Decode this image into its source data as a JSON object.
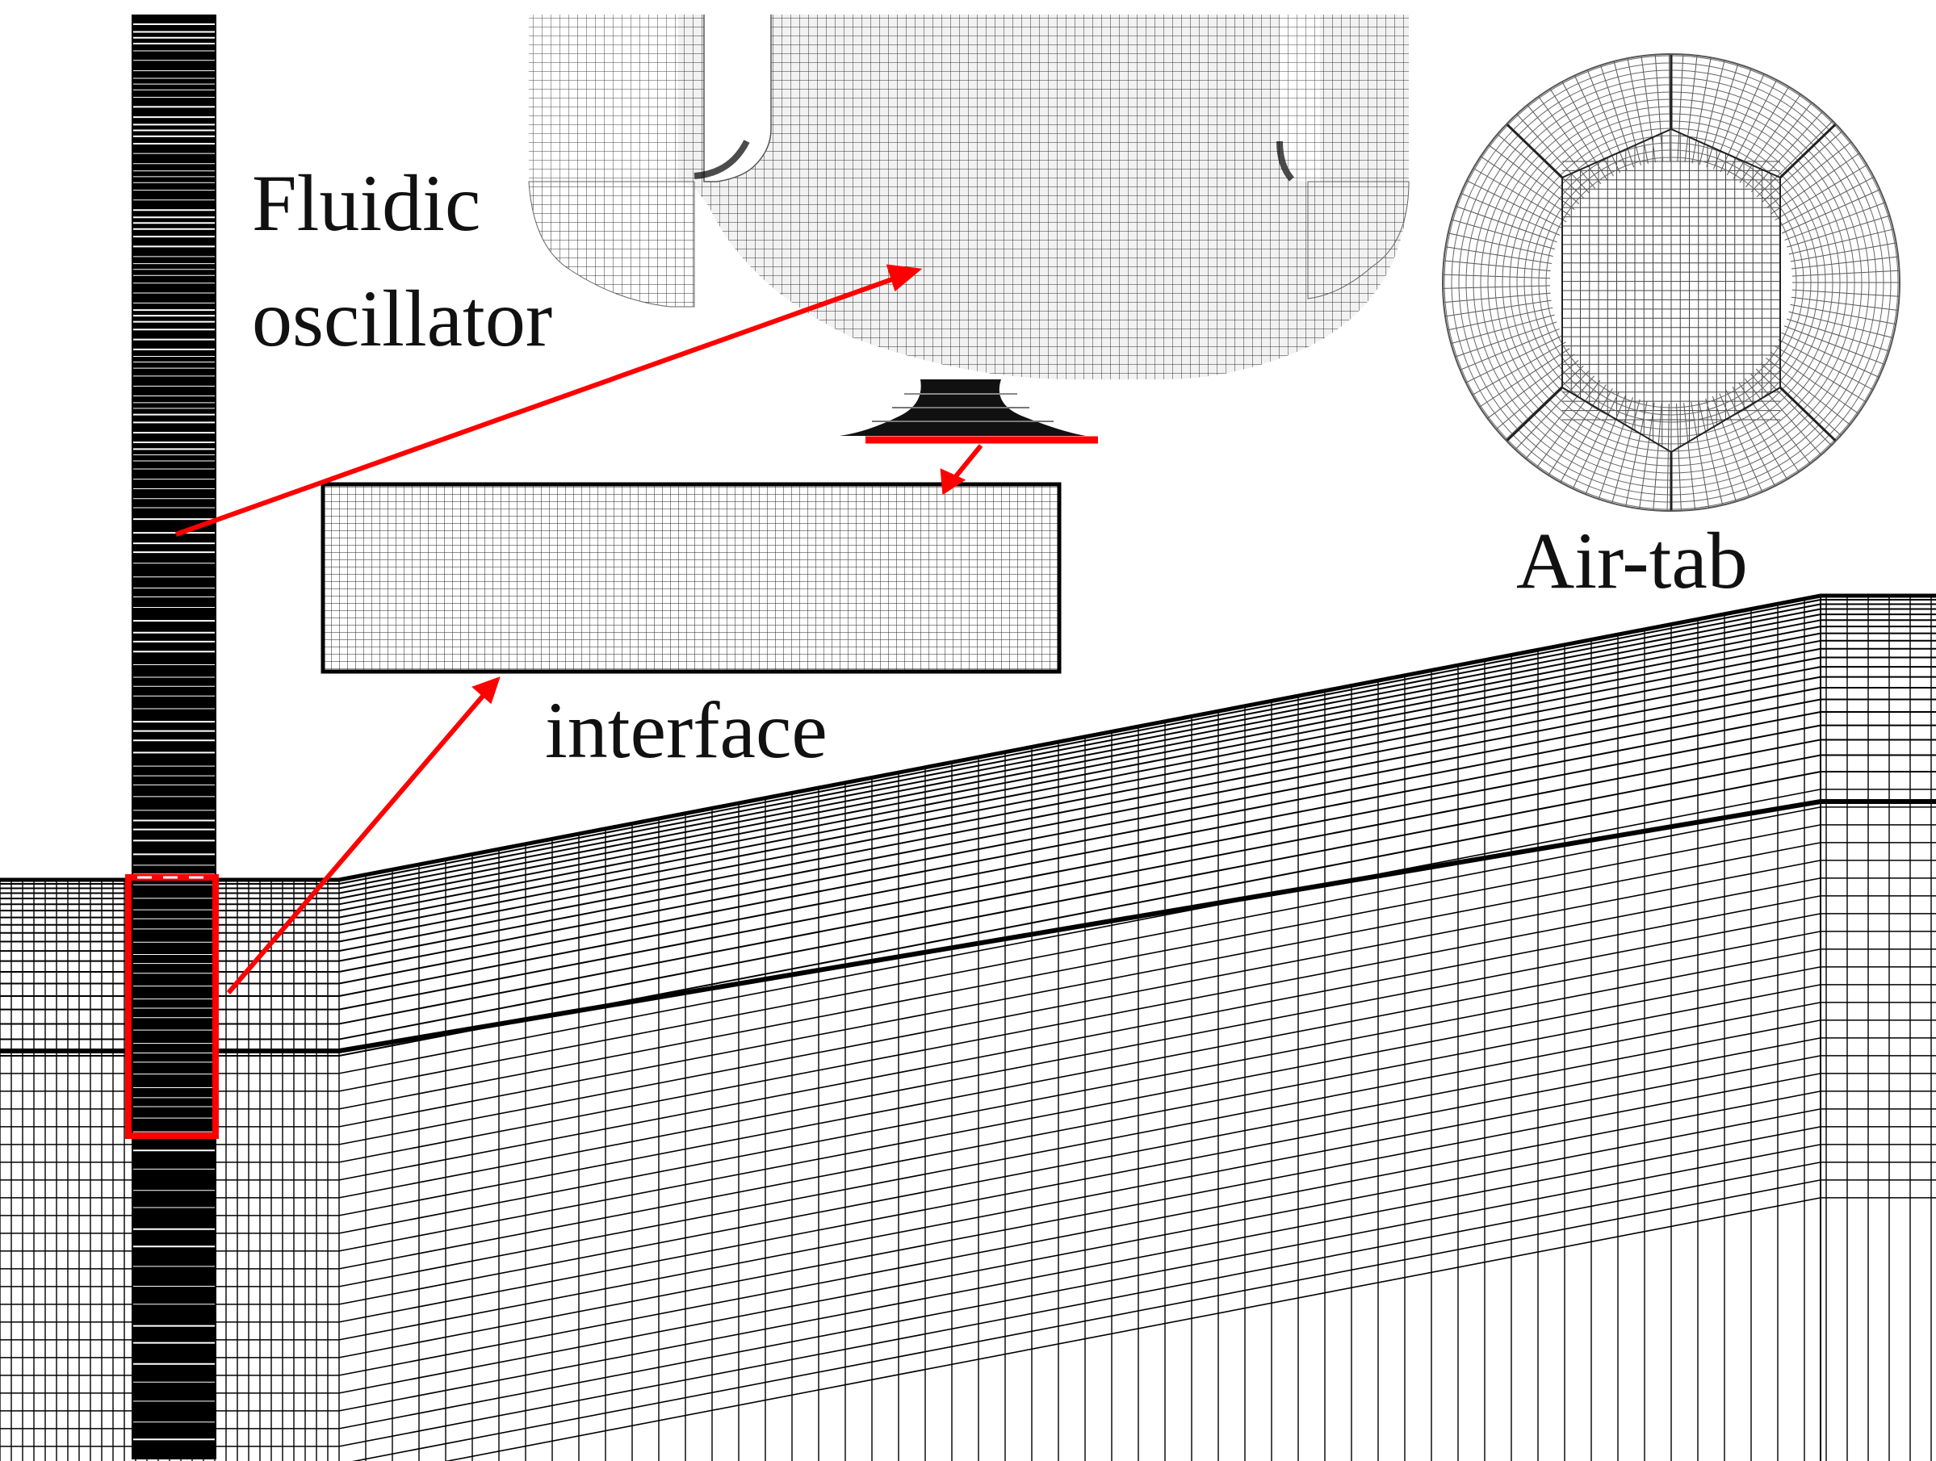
{
  "labels": {
    "fluidic_line1": "Fluidic",
    "fluidic_line2": "oscillator",
    "air_tab": "Air-tab",
    "interface": "interface"
  },
  "colors": {
    "highlight": "#ff0000",
    "mesh_dark": "#000000",
    "mesh_light": "#1a1a1a",
    "background": "#ffffff"
  }
}
